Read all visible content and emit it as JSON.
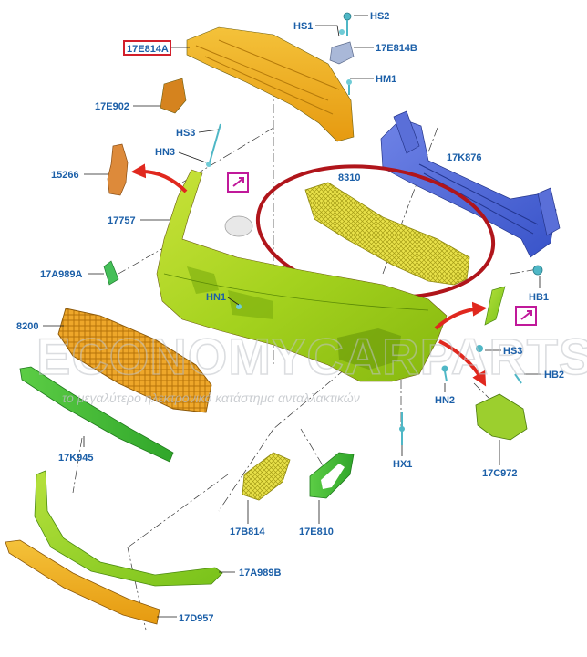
{
  "labels": [
    {
      "id": "17E814A",
      "text": "17E814A"
    },
    {
      "id": "17E902",
      "text": "17E902"
    },
    {
      "id": "HS1",
      "text": "HS1"
    },
    {
      "id": "HS2",
      "text": "HS2"
    },
    {
      "id": "17E814B",
      "text": "17E814B"
    },
    {
      "id": "HM1",
      "text": "HM1"
    },
    {
      "id": "HS3-top",
      "text": "HS3"
    },
    {
      "id": "HN3",
      "text": "HN3"
    },
    {
      "id": "15266",
      "text": "15266"
    },
    {
      "id": "17757",
      "text": "17757"
    },
    {
      "id": "8310",
      "text": "8310"
    },
    {
      "id": "17K876",
      "text": "17K876"
    },
    {
      "id": "17A989A",
      "text": "17A989A"
    },
    {
      "id": "HN1",
      "text": "HN1"
    },
    {
      "id": "HB1",
      "text": "HB1"
    },
    {
      "id": "8200",
      "text": "8200"
    },
    {
      "id": "HS3-right",
      "text": "HS3"
    },
    {
      "id": "HB2",
      "text": "HB2"
    },
    {
      "id": "HN2",
      "text": "HN2"
    },
    {
      "id": "17K945",
      "text": "17K945"
    },
    {
      "id": "HX1",
      "text": "HX1"
    },
    {
      "id": "17C972",
      "text": "17C972"
    },
    {
      "id": "17B814",
      "text": "17B814"
    },
    {
      "id": "17E810",
      "text": "17E810"
    },
    {
      "id": "17A989B",
      "text": "17A989B"
    },
    {
      "id": "17D957",
      "text": "17D957"
    }
  ],
  "watermark": {
    "brand": "ECONOMYCARPARTS.GR",
    "tagline": "το μεγαλύτερο ηλεκτρονικό κατάστημα ανταλλακτικών"
  },
  "colors": {
    "label": "#1b5fa8",
    "highlight_box": "#d21f2b",
    "ellipse": "#b0151b",
    "arrow": "#e0281e",
    "magenta": "#c0199a"
  }
}
